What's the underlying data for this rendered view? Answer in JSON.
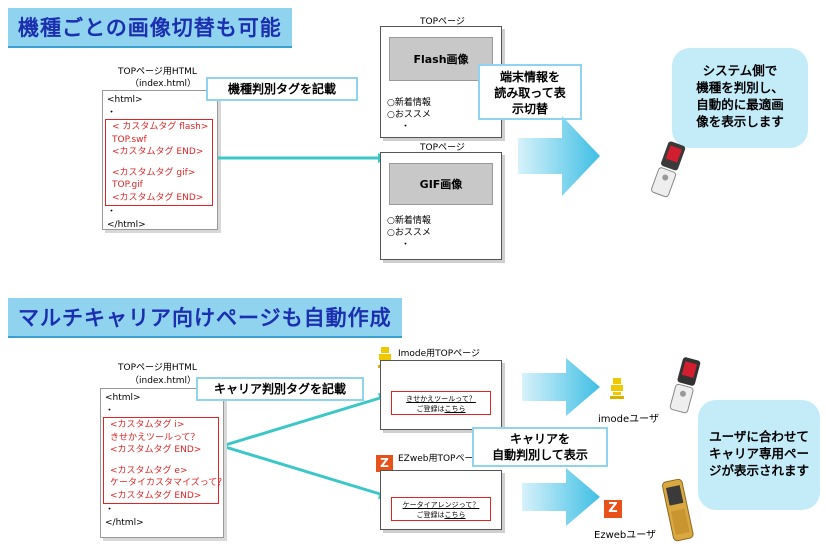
{
  "section1": {
    "title": "機種ごとの画像切替も可能",
    "html_caption_line1": "TOPページ用HTML",
    "html_caption_line2": "（index.html）",
    "code": {
      "open": "<html>",
      "dot1": "・",
      "tag1_start": "< カスタムタグ flash>",
      "tag1_file": "TOP.swf",
      "tag1_end": "<カスタムタグ END>",
      "tag2_start": "<カスタムタグ gif>",
      "tag2_file": "TOP.gif",
      "tag2_end": "<カスタムタグ END>",
      "dot2": "・",
      "close": "</html>"
    },
    "callout_tag": "機種判別タグを記載",
    "page1": {
      "caption": "TOPページ",
      "image_label": "Flash画像",
      "item1": "○新着情報",
      "item2": "○おススメ",
      "dot": "・"
    },
    "page2": {
      "caption": "TOPページ",
      "image_label": "GIF画像",
      "item1": "○新着情報",
      "item2": "○おススメ",
      "dot": "・"
    },
    "callout_terminal": {
      "line1": "端末情報を",
      "line2": "読み取って表",
      "line3": "示切替"
    },
    "bubble": {
      "line1": "システム側で",
      "line2": "機種を判別し、",
      "line3": "自動的に最適画",
      "line4": "像を表示します"
    }
  },
  "section2": {
    "title": "マルチキャリア向けページも自動作成",
    "html_caption_line1": "TOPページ用HTML",
    "html_caption_line2": "（index.html）",
    "code": {
      "open": "<html>",
      "dot1": "・",
      "tag1_start": "<カスタムタグ i>",
      "tag1_text": "きせかえツールって？",
      "tag1_end": "<カスタムタグ END>",
      "tag2_start": "<カスタムタグ e>",
      "tag2_text": "ケータイカスタマイズって？",
      "tag2_end": "<カスタムタグ END>",
      "dot2": "・",
      "close": "</html>"
    },
    "callout_tag": "キャリア判別タグを記載",
    "page_imode": {
      "caption": "Imode用TOPページ",
      "link_text": "きせかえツールって？",
      "register_text": "ご登録は",
      "register_link": "こちら"
    },
    "page_ezweb": {
      "caption": "EZweb用TOPペー",
      "link_text": "ケータイアレンジって？",
      "register_text": "ご登録は",
      "register_link": "こちら"
    },
    "callout_carrier": {
      "line1": "キャリアを",
      "line2": "自動判別して表示"
    },
    "imode_user": "imodeユーザ",
    "ezweb_user": "Ezwebユーザ",
    "bubble": {
      "line1": "ユーザに合わせて",
      "line2": "キャリア専用ペー",
      "line3": "ジが表示されます"
    }
  },
  "colors": {
    "banner_bg": "#8fd3ee",
    "banner_text": "#1c2fb0",
    "arrow": "#4fc3e6",
    "tag_red": "#e02424",
    "bubble": "#c3ecf8"
  }
}
